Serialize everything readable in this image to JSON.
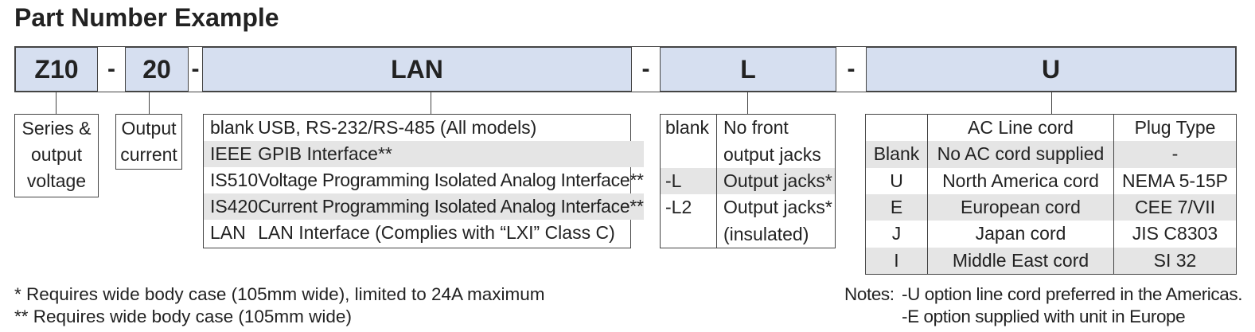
{
  "title": "Part Number Example",
  "part_number": {
    "segments": [
      "Z10",
      "-",
      "20",
      "-",
      "LAN",
      "-",
      "L",
      "-",
      "U"
    ]
  },
  "series": {
    "lines": [
      "Series &",
      "output",
      "voltage"
    ]
  },
  "output": {
    "lines": [
      "Output",
      "current"
    ]
  },
  "interface": {
    "rows": [
      {
        "code": "blank",
        "desc": "USB, RS-232/RS-485 (All models)"
      },
      {
        "code": "IEEE",
        "desc": "GPIB Interface**"
      },
      {
        "code": "IS510",
        "desc": "Voltage Programming Isolated Analog Interface**"
      },
      {
        "code": "IS420",
        "desc": "Current Programming Isolated Analog Interface**"
      },
      {
        "code": "LAN",
        "desc": "LAN Interface (Complies with “LXI” Class C)"
      }
    ]
  },
  "jacks": {
    "rows": [
      {
        "code": "blank",
        "desc1": "No front",
        "desc2": "output jacks"
      },
      {
        "code": "-L",
        "desc1": "Output jacks*"
      },
      {
        "code": "-L2",
        "desc1": "Output jacks*",
        "desc2": "(insulated)"
      }
    ]
  },
  "cord": {
    "headers": [
      "AC Line cord",
      "Plug Type"
    ],
    "rows": [
      {
        "code": "Blank",
        "cord": "No AC cord supplied",
        "plug": "-"
      },
      {
        "code": "U",
        "cord": "North America cord",
        "plug": "NEMA 5-15P"
      },
      {
        "code": "E",
        "cord": "European cord",
        "plug": "CEE 7/VII"
      },
      {
        "code": "J",
        "cord": "Japan cord",
        "plug": "JIS C8303"
      },
      {
        "code": "I",
        "cord": "Middle East cord",
        "plug": "SI 32"
      }
    ]
  },
  "footnotes": [
    "* Requires wide body case (105mm wide), limited to 24A maximum",
    "** Requires wide body case (105mm wide)"
  ],
  "notes": {
    "label": "Notes:",
    "lines": [
      "-U option line cord preferred in the Americas.",
      "-E option supplied with unit in Europe"
    ]
  }
}
